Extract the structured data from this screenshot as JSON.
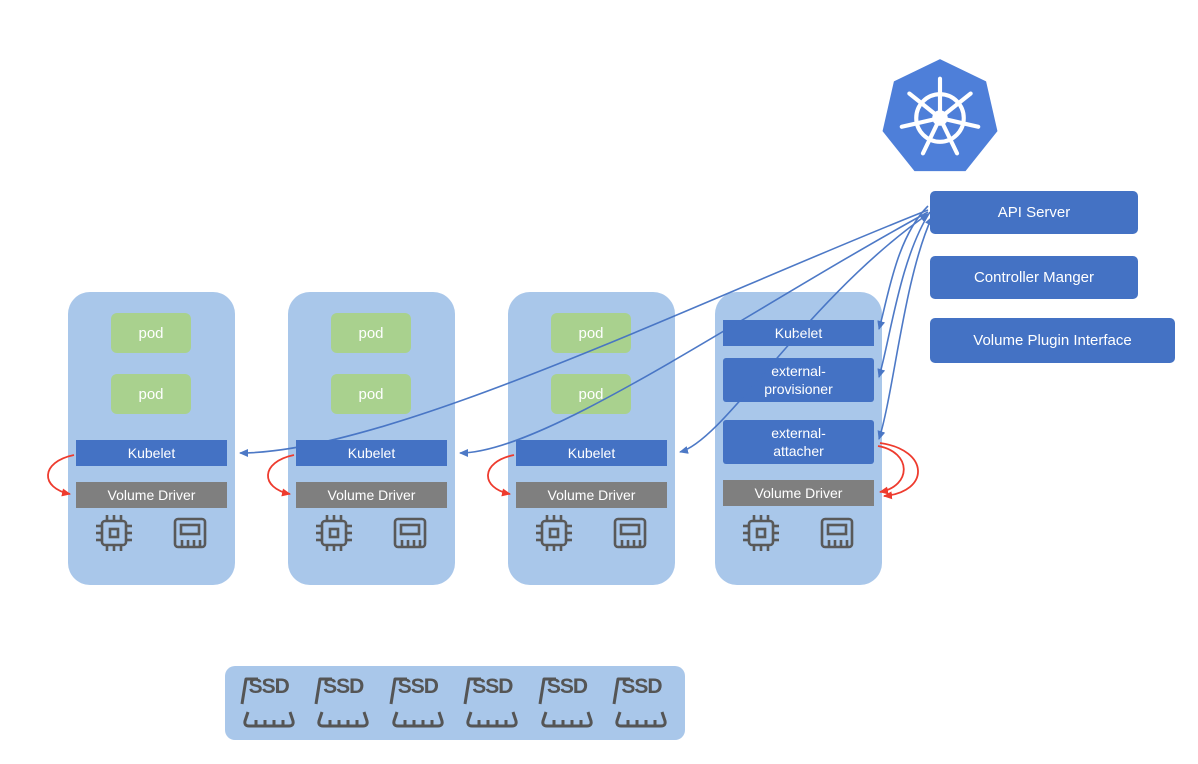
{
  "control_plane": {
    "api_server": "API Server",
    "controller_manager": "Controller Manger",
    "volume_plugin_interface": "Volume Plugin Interface"
  },
  "nodes": [
    {
      "pods": [
        "pod",
        "pod"
      ],
      "kubelet": "Kubelet",
      "volume_driver": "Volume Driver"
    },
    {
      "pods": [
        "pod",
        "pod"
      ],
      "kubelet": "Kubelet",
      "volume_driver": "Volume Driver"
    },
    {
      "pods": [
        "pod",
        "pod"
      ],
      "kubelet": "Kubelet",
      "volume_driver": "Volume Driver"
    },
    {
      "kubelet": "Kubelet",
      "external_provisioner": [
        "external-",
        "provisioner"
      ],
      "external_attacher": [
        "external-",
        "attacher"
      ],
      "volume_driver": "Volume Driver"
    }
  ],
  "storage": {
    "units": [
      "SSD",
      "SSD",
      "SSD",
      "SSD",
      "SSD",
      "SSD"
    ]
  },
  "icons": {
    "kubernetes_logo": "kubernetes-helm-logo",
    "cpu": "cpu-chip-icon",
    "memory": "memory-module-icon",
    "ssd": "ssd-drive-icon"
  },
  "colors": {
    "kubernetes_blue": "#4E7FD9",
    "accent_blue": "#4472C4",
    "node_fill": "#A9C7EA",
    "pod_green": "#A9D18E",
    "driver_gray": "#7F7F7F",
    "arrow_blue": "#4472C4",
    "arrow_red": "#EE3B2E",
    "icon_gray": "#595959",
    "text_on_fill": "#FFFFFF"
  }
}
